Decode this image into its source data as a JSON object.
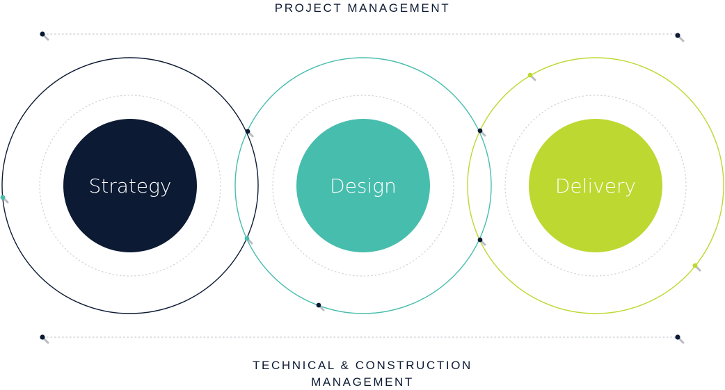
{
  "header": {
    "title": "PROJECT MANAGEMENT"
  },
  "footer": {
    "line1": "TECHNICAL & CONSTRUCTION",
    "line2": "MANAGEMENT"
  },
  "phases": [
    {
      "label": "Strategy",
      "color": "#0c1a33"
    },
    {
      "label": "Design",
      "color": "#47bdad"
    },
    {
      "label": "Delivery",
      "color": "#bdd831"
    }
  ],
  "colors": {
    "navy": "#0c1a33",
    "teal": "#47bdad",
    "lime": "#bdd831",
    "dotted": "#cfd3d8",
    "shadow": "#b8bcc2"
  }
}
